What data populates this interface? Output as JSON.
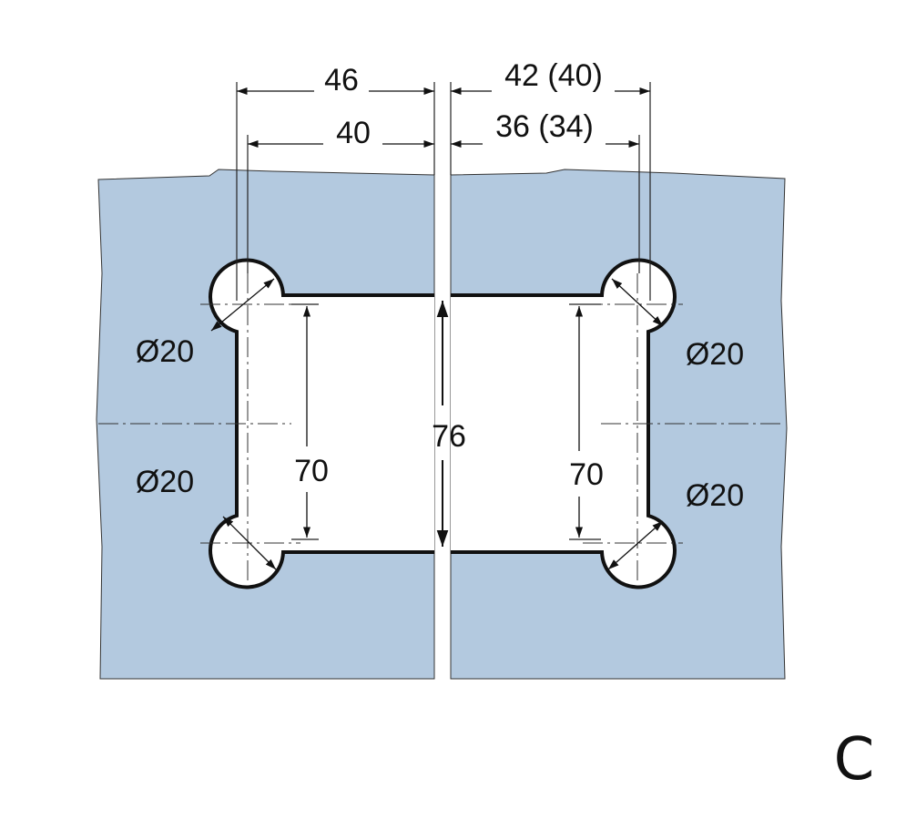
{
  "dimensions": {
    "top_outer_left": "46",
    "top_inner_left": "40",
    "top_outer_right": "42 (40)",
    "top_inner_right": "36 (34)",
    "gap_height": "76",
    "left_hole_spacing": "70",
    "right_hole_spacing": "70",
    "hole_diameters": [
      "Ø20",
      "Ø20",
      "Ø20",
      "Ø20"
    ]
  },
  "corner_letter": "C",
  "colors": {
    "glass": "#b3c9df",
    "line": "#111111"
  }
}
